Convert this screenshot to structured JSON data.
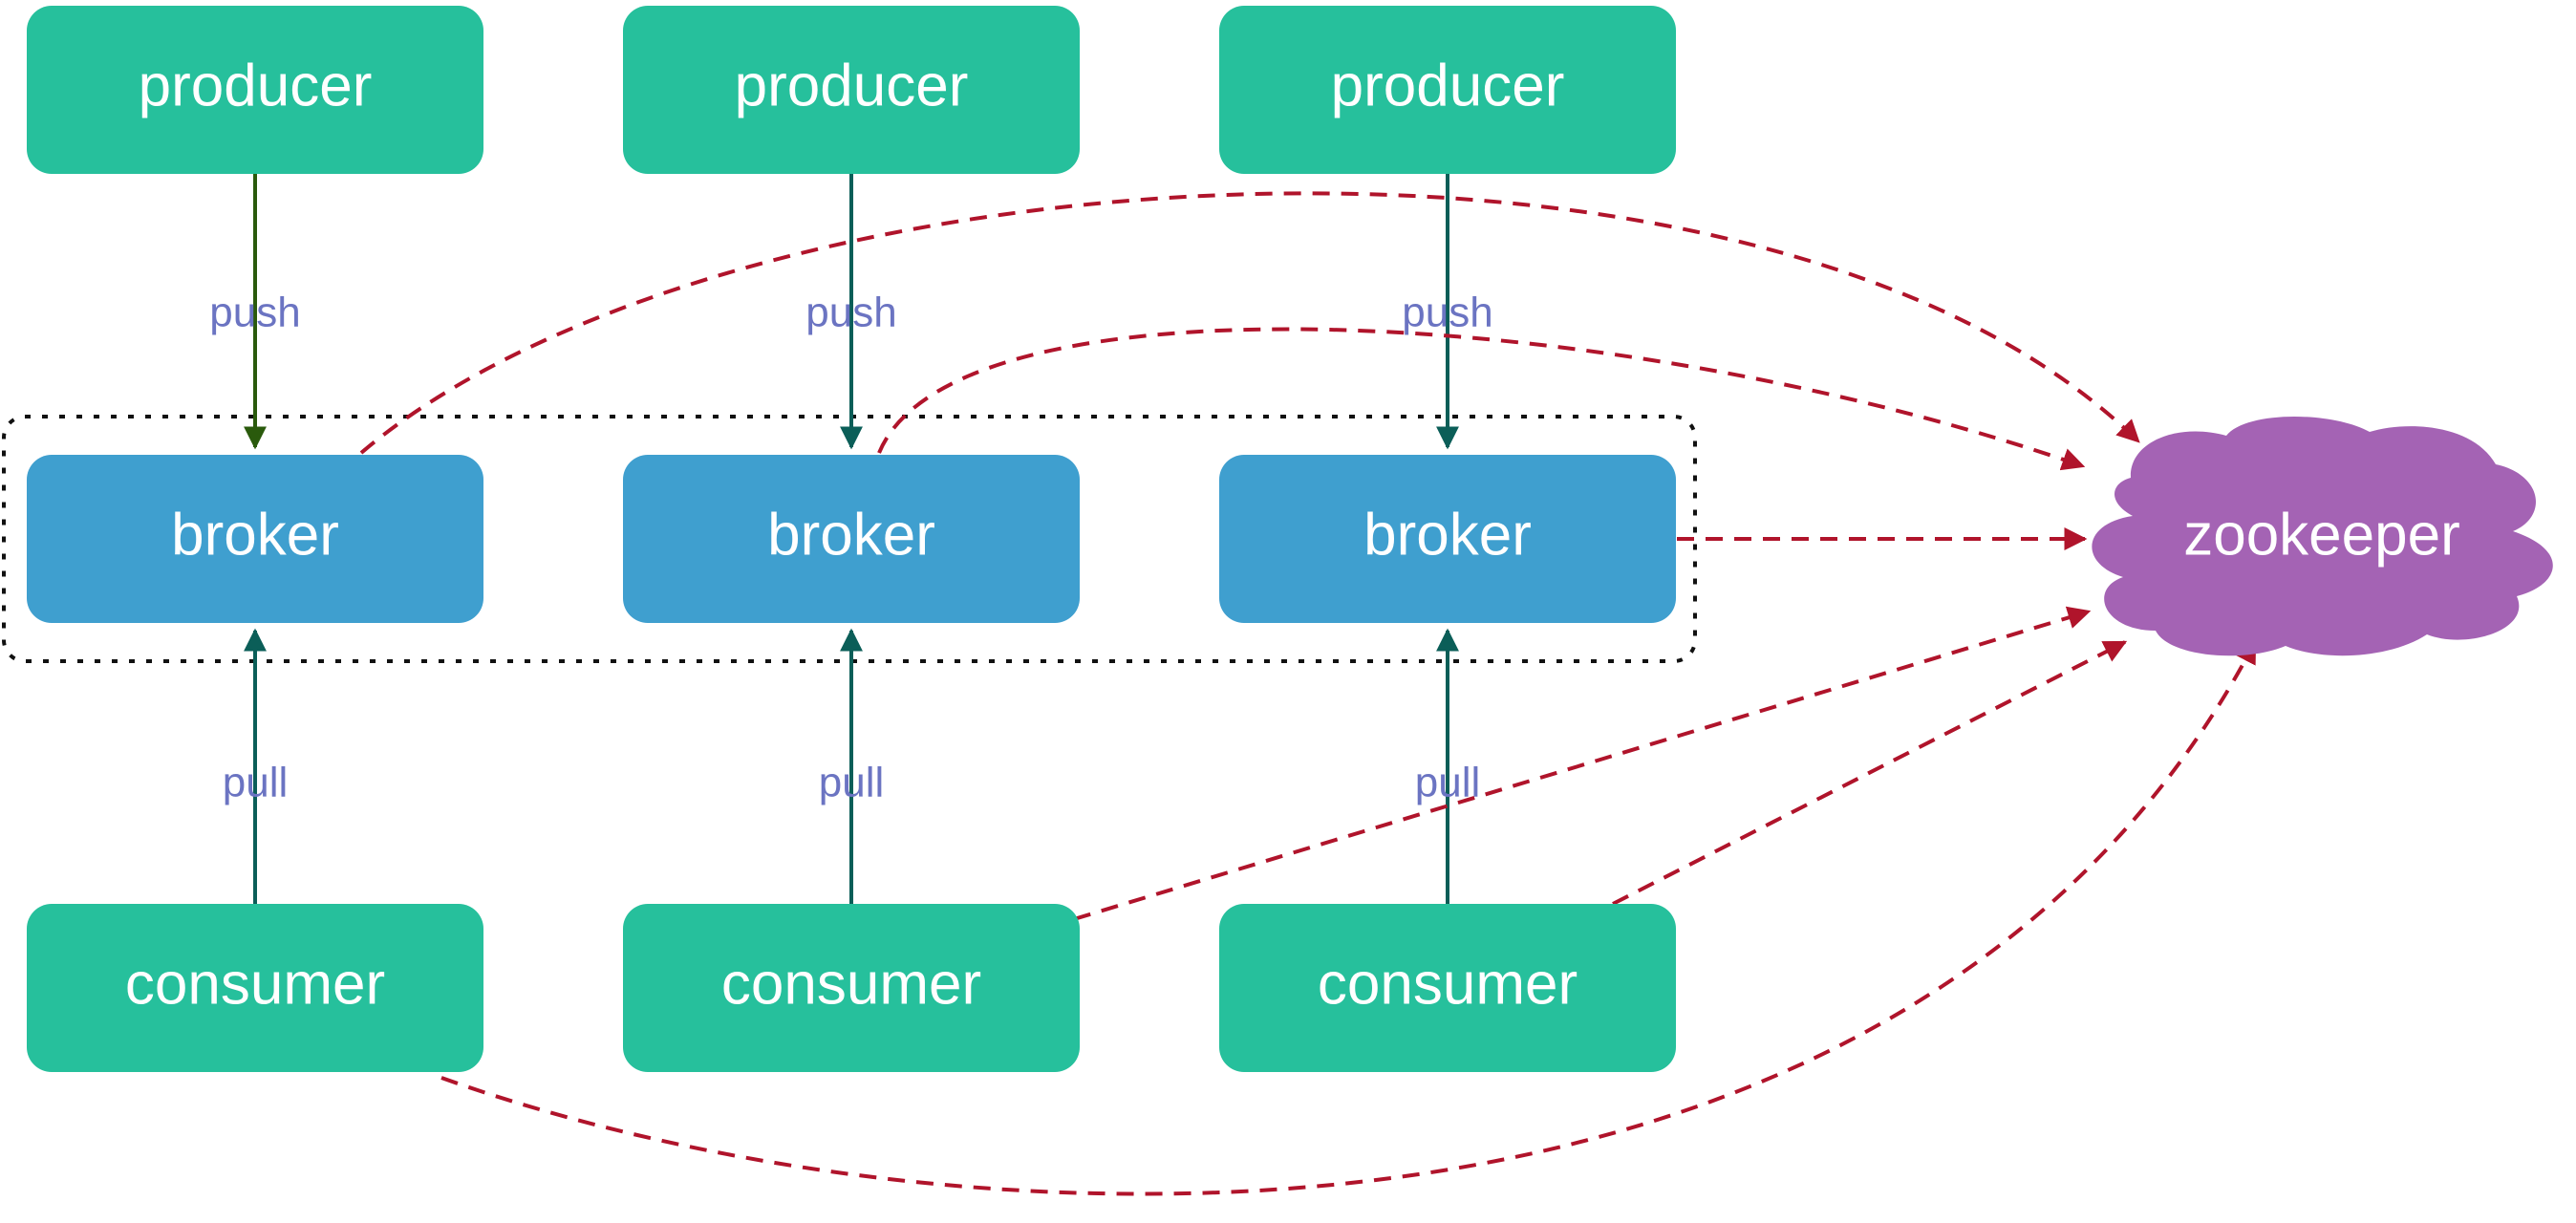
{
  "colors": {
    "producer": "#26c09c",
    "consumer": "#26c09c",
    "broker": "#3f9fcf",
    "zookeeper": "#a463b4",
    "push_arrow": "#2a5a0c",
    "flow_arrow": "#0b5e58",
    "zk_link": "#b0142b",
    "cluster_border": "#111111",
    "edge_label": "#6b74c2"
  },
  "nodes": {
    "producers": [
      {
        "label": "producer"
      },
      {
        "label": "producer"
      },
      {
        "label": "producer"
      }
    ],
    "brokers": [
      {
        "label": "broker"
      },
      {
        "label": "broker"
      },
      {
        "label": "broker"
      }
    ],
    "consumers": [
      {
        "label": "consumer"
      },
      {
        "label": "consumer"
      },
      {
        "label": "consumer"
      }
    ],
    "zookeeper": {
      "label": "zookeeper",
      "icon": "cloud-icon"
    }
  },
  "edge_labels": {
    "push": [
      "push",
      "push",
      "push"
    ],
    "pull": [
      "pull",
      "pull",
      "pull"
    ]
  }
}
